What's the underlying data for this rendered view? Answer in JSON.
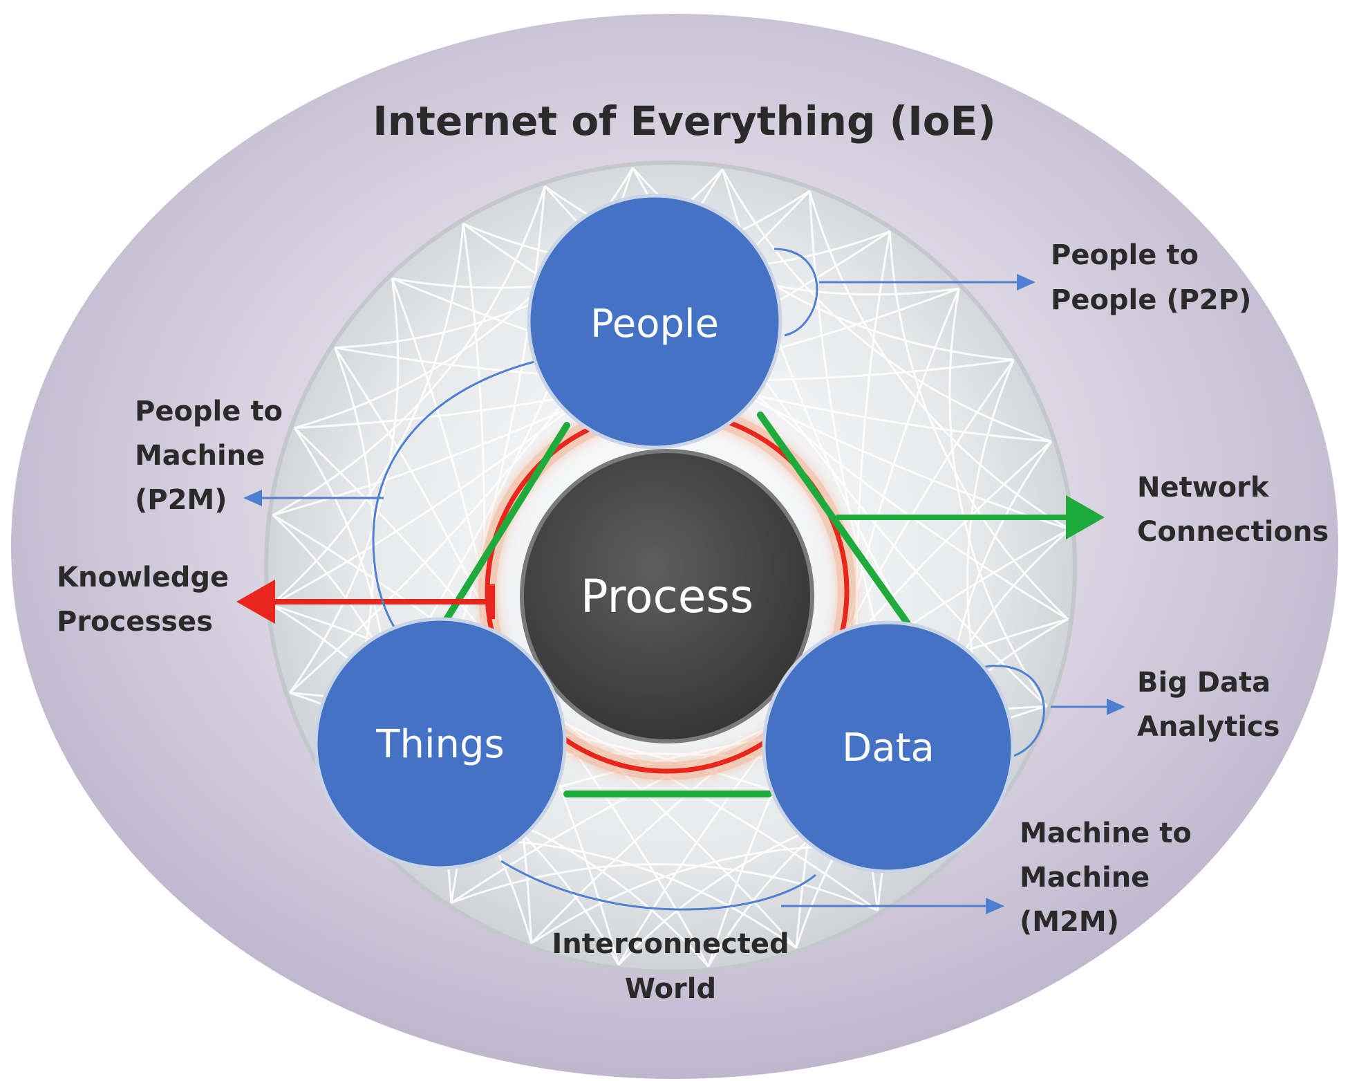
{
  "title": "Internet of Everything (IoE)",
  "nodes": {
    "people": "People",
    "things": "Things",
    "data": "Data",
    "process": "Process"
  },
  "labels": {
    "p2p": [
      "People to",
      "People (P2P)"
    ],
    "p2m": [
      "People to",
      "Machine",
      "(P2M)"
    ],
    "knowledge": [
      "Knowledge",
      "Processes"
    ],
    "network": [
      "Network",
      "Connections"
    ],
    "bigdata": [
      "Big Data",
      "Analytics"
    ],
    "m2m": [
      "Machine to",
      "Machine",
      "(M2M)"
    ],
    "world": [
      "Interconnected",
      "World"
    ]
  },
  "colors": {
    "node_blue": "#4472c4",
    "process_gray": "#4a4a4a",
    "green_line": "#1faa3c",
    "red_ring": "#e8261c",
    "thin_arrow": "#4f7fd1"
  }
}
